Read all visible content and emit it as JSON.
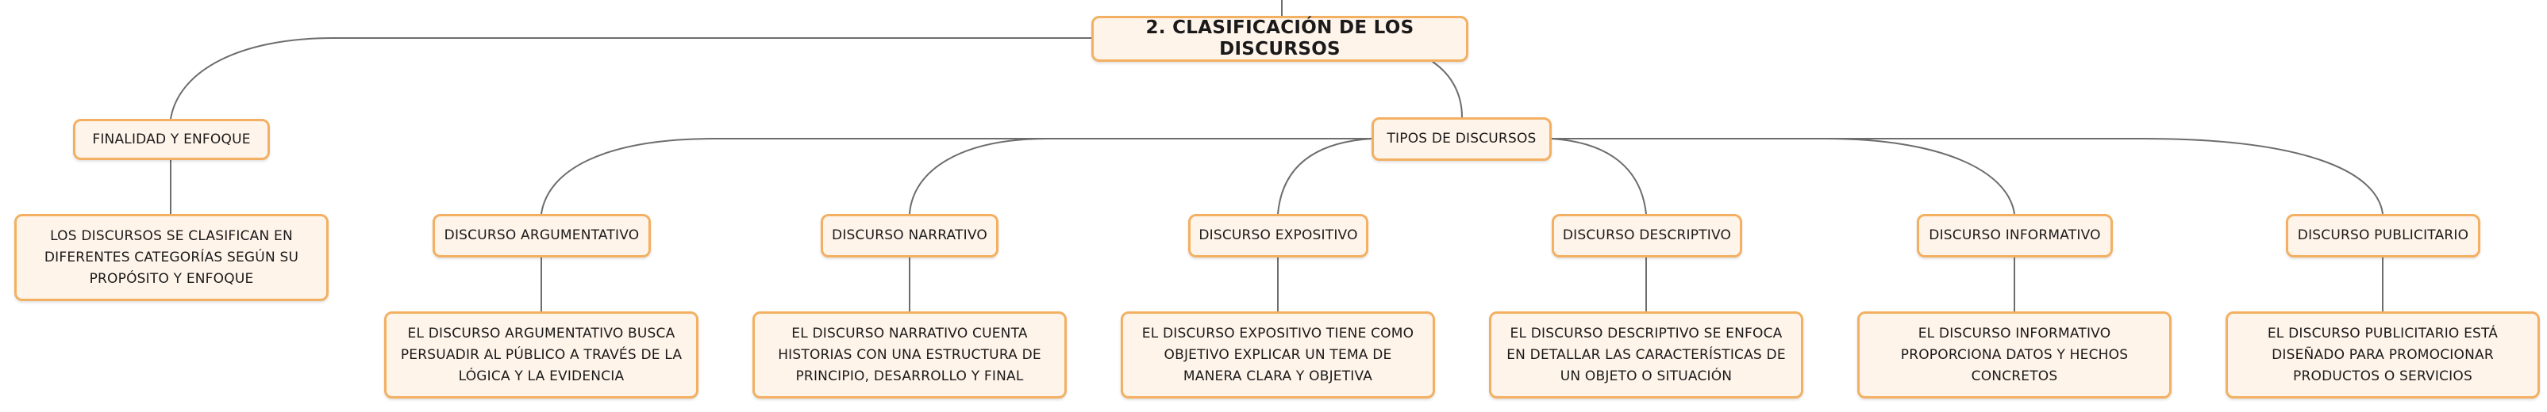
{
  "map": {
    "root": "2. CLASIFICACIÓN DE LOS DISCURSOS",
    "finalidad": {
      "label": "FINALIDAD Y ENFOQUE",
      "desc": "LOS DISCURSOS SE CLASIFICAN EN DIFERENTES CATEGORÍAS SEGÚN SU PROPÓSITO Y ENFOQUE"
    },
    "tipos": {
      "label": "TIPOS DE DISCURSOS",
      "items": [
        {
          "label": "DISCURSO ARGUMENTATIVO",
          "desc": "EL DISCURSO ARGUMENTATIVO BUSCA PERSUADIR AL PÚBLICO A TRAVÉS DE LA LÓGICA Y LA EVIDENCIA"
        },
        {
          "label": "DISCURSO NARRATIVO",
          "desc": "EL DISCURSO NARRATIVO CUENTA HISTORIAS CON UNA ESTRUCTURA DE PRINCIPIO, DESARROLLO Y FINAL"
        },
        {
          "label": "DISCURSO EXPOSITIVO",
          "desc": "EL DISCURSO EXPOSITIVO TIENE COMO OBJETIVO EXPLICAR UN TEMA DE MANERA CLARA Y OBJETIVA"
        },
        {
          "label": "DISCURSO DESCRIPTIVO",
          "desc": "EL DISCURSO DESCRIPTIVO SE ENFOCA EN DETALLAR LAS CARACTERÍSTICAS DE UN OBJETO O SITUACIÓN"
        },
        {
          "label": "DISCURSO INFORMATIVO",
          "desc": "EL DISCURSO INFORMATIVO PROPORCIONA DATOS Y HECHOS CONCRETOS"
        },
        {
          "label": "DISCURSO PUBLICITARIO",
          "desc": "EL DISCURSO PUBLICITARIO ESTÁ DISEÑADO PARA PROMOCIONAR PRODUCTOS O SERVICIOS"
        }
      ]
    }
  }
}
